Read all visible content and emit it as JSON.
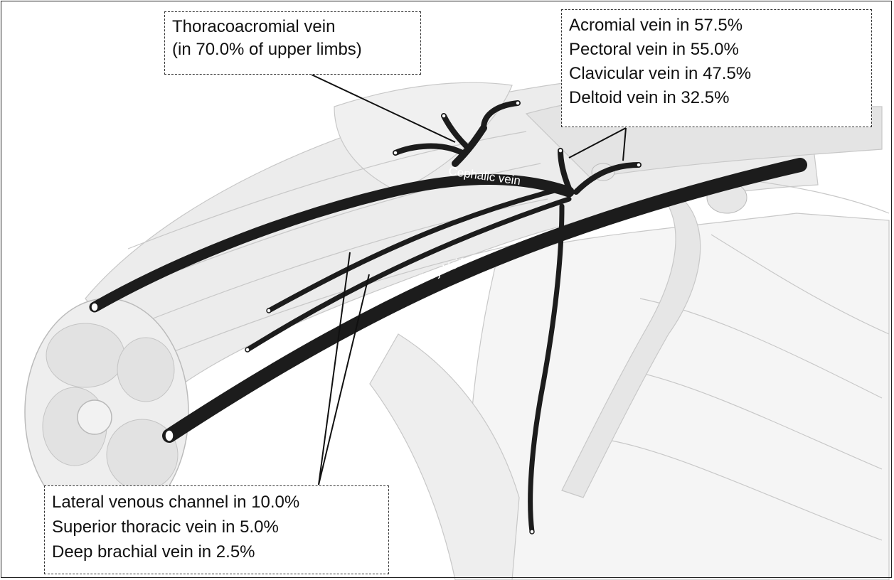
{
  "labels": {
    "thoracoacromial": {
      "line1": "Thoracoacromial vein",
      "line2": "(in 70.0% of upper limbs)"
    },
    "branches": [
      "Acromial vein in 57.5%",
      "Pectoral vein in 55.0%",
      "Clavicular vein in 47.5%",
      "Deltoid vein in 32.5%"
    ],
    "variants": [
      "Lateral venous channel in 10.0%",
      "Superior thoracic vein in 5.0%",
      "Deep brachial vein in 2.5%"
    ]
  },
  "veins": {
    "cephalic": "Cephalic vein",
    "axillary": "Axillary Vein"
  },
  "colors": {
    "vein": "#1c1c1c",
    "muscle_fill": "#e9e9e9",
    "muscle_line": "#c4c4c4",
    "box_border": "#333333"
  }
}
